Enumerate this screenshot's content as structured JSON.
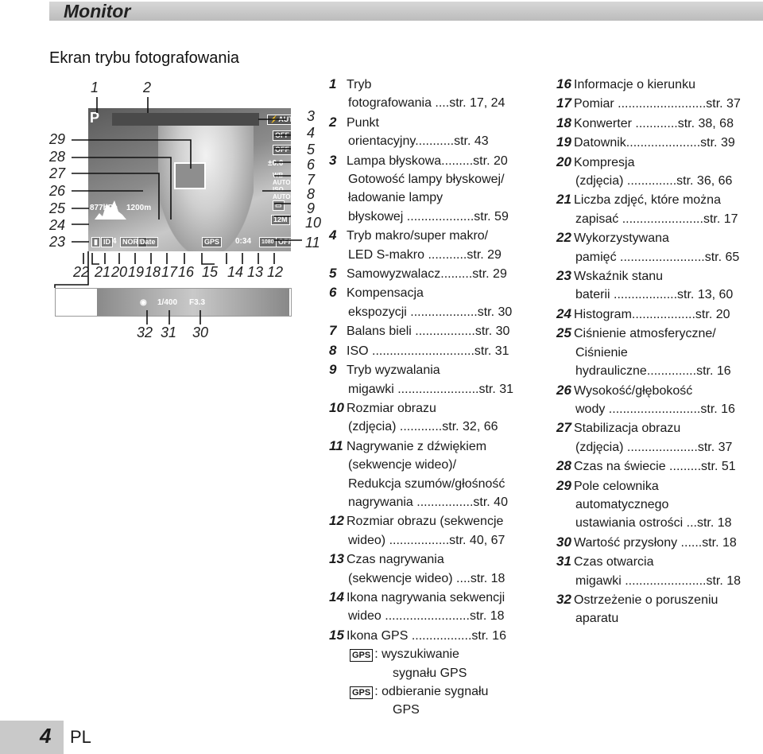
{
  "header": {
    "title": "Monitor"
  },
  "section": {
    "title": "Ekran trybu fotografowania"
  },
  "screen": {
    "mode": "P",
    "pressure": "877hPa",
    "depth": "1200m",
    "shutter": "1/400",
    "aperture": "F3.3",
    "record_time": "0:34",
    "icons": {
      "flash": "⚡AUTO",
      "macro": "OFF",
      "self_timer": "OFF",
      "exposure": "±0.0",
      "wb": "WB AUTO",
      "iso": "ISO AUTO",
      "drive": "▭",
      "size": "12M",
      "video_size": "1080",
      "sound": "OFF",
      "battery": "▮",
      "date": "Date",
      "norm": "NORM",
      "gps": "GPS",
      "count": "4",
      "sd": "ID"
    }
  },
  "callouts": {
    "top": [
      "1",
      "2"
    ],
    "left": [
      "29",
      "28",
      "27",
      "26",
      "25",
      "24",
      "23"
    ],
    "right": [
      "3",
      "4",
      "5",
      "6",
      "7",
      "8",
      "9",
      "10",
      "11"
    ],
    "bottom": [
      "22",
      "21",
      "20",
      "19",
      "18",
      "17",
      "16",
      "15",
      "14",
      "13",
      "12"
    ],
    "lower": [
      "32",
      "31",
      "30"
    ]
  },
  "col1": [
    {
      "num": "1",
      "lines": [
        "Tryb",
        "fotografowania ....str. 17, 24"
      ]
    },
    {
      "num": "2",
      "lines": [
        "Punkt",
        "orientacyjny...........str. 43"
      ]
    },
    {
      "num": "3",
      "lines": [
        "Lampa błyskowa.........str. 20",
        "Gotowość lampy błyskowej/",
        "ładowanie lampy",
        "błyskowej ...................str. 59"
      ]
    },
    {
      "num": "4",
      "lines": [
        "Tryb makro/super makro/",
        "LED S-makro ...........str. 29"
      ]
    },
    {
      "num": "5",
      "lines": [
        "Samowyzwalacz.........str. 29"
      ]
    },
    {
      "num": "6",
      "lines": [
        "Kompensacja",
        "ekspozycji ...................str. 30"
      ]
    },
    {
      "num": "7",
      "lines": [
        "Balans bieli .................str. 30"
      ]
    },
    {
      "num": "8",
      "lines": [
        "ISO .............................str. 31"
      ]
    },
    {
      "num": "9",
      "lines": [
        "Tryb wyzwalania",
        "migawki .......................str. 31"
      ]
    },
    {
      "num": "10",
      "lines": [
        "Rozmiar obrazu",
        "(zdjęcia) ............str. 32, 66"
      ]
    },
    {
      "num": "11",
      "lines": [
        "Nagrywanie z dźwiękiem",
        "(sekwencje wideo)/",
        "Redukcja szumów/głośność",
        "nagrywania ................str. 40"
      ]
    },
    {
      "num": "12",
      "lines": [
        "Rozmiar obrazu (sekwencje",
        "wideo) .................str. 40, 67"
      ]
    },
    {
      "num": "13",
      "lines": [
        "Czas nagrywania",
        "(sekwencje wideo) ....str. 18"
      ]
    },
    {
      "num": "14",
      "lines": [
        "Ikona nagrywania sekwencji",
        "wideo ........................str. 18"
      ]
    },
    {
      "num": "15",
      "lines": [
        "Ikona GPS .................str. 16"
      ]
    }
  ],
  "gps_notes": [
    {
      "icon": "GPS",
      "text": ": wyszukiwanie",
      "text2": "sygnału GPS"
    },
    {
      "icon": "GPS",
      "text": ": odbieranie sygnału",
      "text2": "GPS"
    }
  ],
  "col2": [
    {
      "num": "16",
      "lines": [
        "Informacje o kierunku"
      ]
    },
    {
      "num": "17",
      "lines": [
        "Pomiar .........................str. 37"
      ]
    },
    {
      "num": "18",
      "lines": [
        "Konwerter ............str. 38, 68"
      ]
    },
    {
      "num": "19",
      "lines": [
        "Datownik.....................str. 39"
      ]
    },
    {
      "num": "20",
      "lines": [
        "Kompresja",
        "(zdjęcia) ..............str. 36, 66"
      ]
    },
    {
      "num": "21",
      "lines": [
        "Liczba zdjęć, które można",
        "zapisać .......................str. 17"
      ]
    },
    {
      "num": "22",
      "lines": [
        "Wykorzystywana",
        "pamięć ........................str. 65"
      ]
    },
    {
      "num": "23",
      "lines": [
        "Wskaźnik stanu",
        "baterii ..................str. 13, 60"
      ]
    },
    {
      "num": "24",
      "lines": [
        "Histogram..................str. 20"
      ]
    },
    {
      "num": "25",
      "lines": [
        "Ciśnienie atmosferyczne/",
        "Ciśnienie",
        "hydrauliczne..............str. 16"
      ]
    },
    {
      "num": "26",
      "lines": [
        "Wysokość/głębokość",
        "wody ..........................str. 16"
      ]
    },
    {
      "num": "27",
      "lines": [
        "Stabilizacja obrazu",
        "(zdjęcia) ....................str. 37"
      ]
    },
    {
      "num": "28",
      "lines": [
        "Czas na świecie .........str. 51"
      ]
    },
    {
      "num": "29",
      "lines": [
        "Pole celownika",
        "automatycznego",
        "ustawiania ostrości ...str. 18"
      ]
    },
    {
      "num": "30",
      "lines": [
        "Wartość przysłony ......str. 18"
      ]
    },
    {
      "num": "31",
      "lines": [
        "Czas otwarcia",
        "migawki .......................str. 18"
      ]
    },
    {
      "num": "32",
      "lines": [
        "Ostrzeżenie o poruszeniu",
        "aparatu"
      ]
    }
  ],
  "footer": {
    "page": "4",
    "lang": "PL"
  }
}
